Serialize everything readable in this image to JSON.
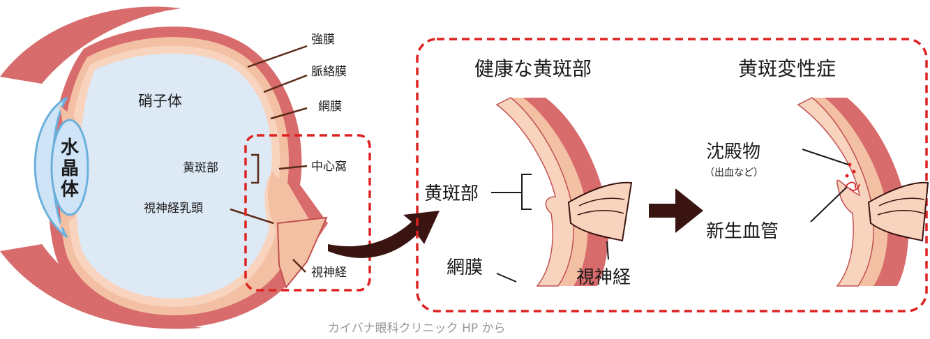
{
  "colors": {
    "sclera": "#d86b6b",
    "sclera_dark": "#c25050",
    "choroid": "#f3c0a4",
    "retina": "#f8d4bf",
    "vitreous": "#dde9f5",
    "lens": "#cfe4f7",
    "lens_edge": "#6bb0dd",
    "dashed": "#dd2222",
    "arrow": "#3a1410",
    "leader": "#5a2a1a"
  },
  "eye": {
    "vitreous_label": "硝子体",
    "lens_label": [
      "水",
      "晶",
      "体"
    ],
    "labels": {
      "sclera": "強膜",
      "choroid": "脈絡膜",
      "retina": "網膜",
      "fovea": "中心窩",
      "macula": "黄斑部",
      "optic_disc": "視神経乳頭",
      "optic_nerve": "視神経"
    }
  },
  "detail": {
    "healthy_title": "健康な黄斑部",
    "disease_title": "黄斑変性症",
    "healthy_labels": {
      "macula": "黄斑部",
      "retina": "網膜",
      "optic_nerve": "視神経"
    },
    "disease_labels": {
      "deposits": "沈殿物",
      "deposits_note": "（出血など）",
      "new_vessels": "新生血管"
    }
  },
  "caption": "カイバナ眼科クリニック HP から"
}
